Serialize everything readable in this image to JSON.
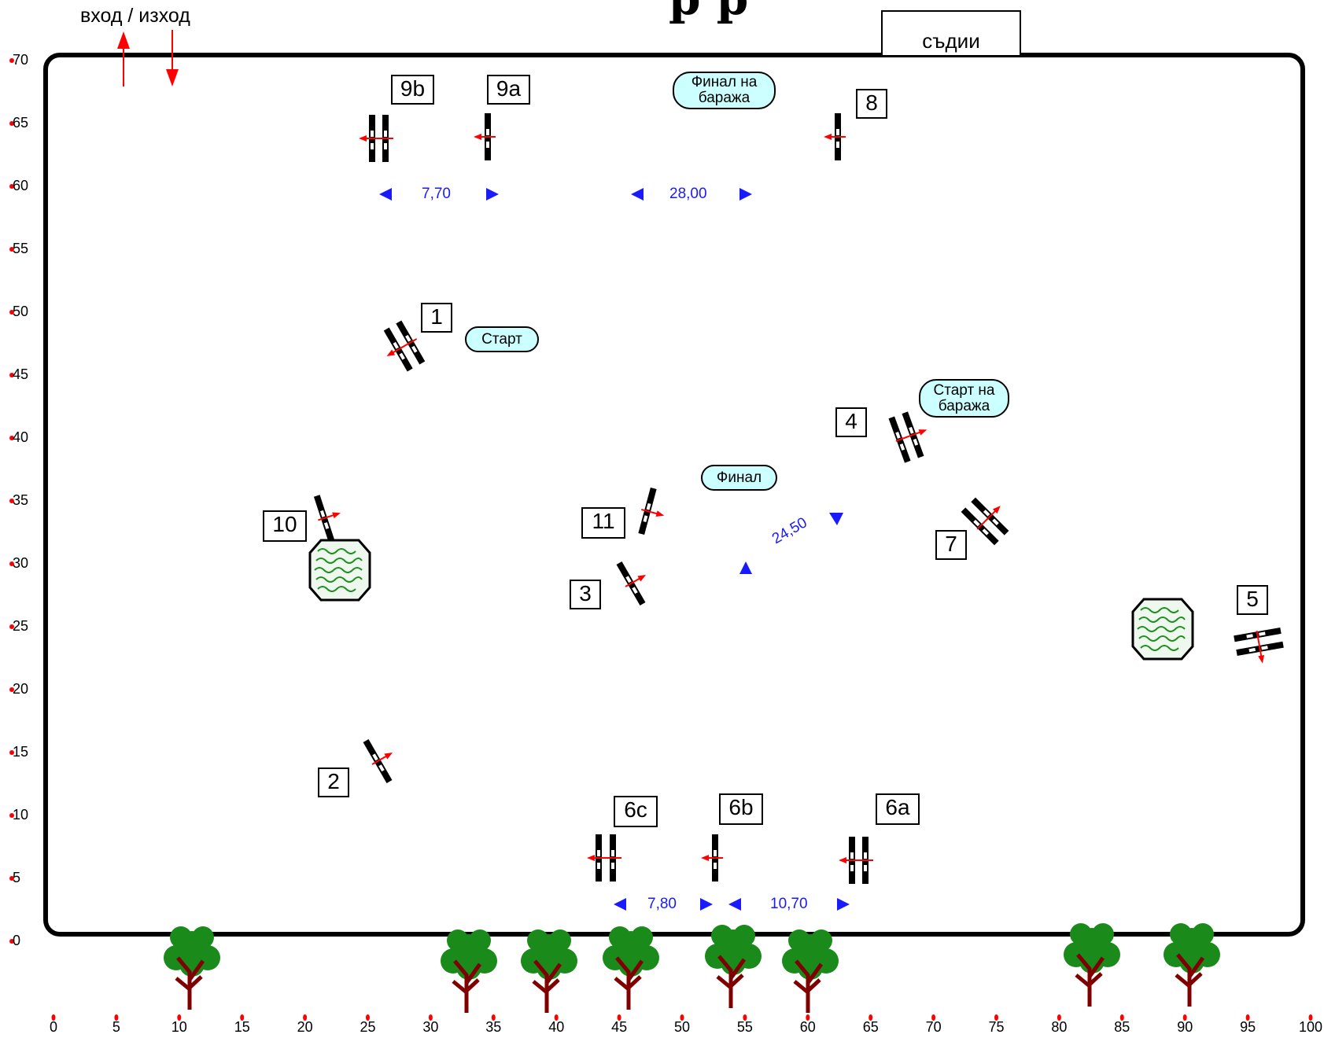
{
  "title_fragment": "р р",
  "entrance_label": "вход / изход",
  "judges_label": "съдии",
  "y_ticks": [
    "70",
    "65",
    "60",
    "55",
    "50",
    "45",
    "40",
    "35",
    "30",
    "25",
    "20",
    "15",
    "10",
    "5",
    "0"
  ],
  "x_ticks": [
    "0",
    "5",
    "10",
    "15",
    "20",
    "25",
    "30",
    "35",
    "40",
    "45",
    "50",
    "55",
    "60",
    "65",
    "70",
    "75",
    "80",
    "85",
    "90",
    "95",
    "100"
  ],
  "obstacle_numbers": {
    "o1": "1",
    "o2": "2",
    "o3": "3",
    "o4": "4",
    "o5": "5",
    "o6a": "6a",
    "o6b": "6b",
    "o6c": "6c",
    "o7": "7",
    "o8": "8",
    "o9a": "9a",
    "o9b": "9b",
    "o10": "10",
    "o11": "11"
  },
  "pills": {
    "start": "Старт",
    "finish": "Финал",
    "jumpoff_start": "Старт на баража",
    "jumpoff_finish": "Финал на баража"
  },
  "distances": {
    "d_top_left": "7,70",
    "d_top_right": "28,00",
    "d_diag": "24,50",
    "d_bottom_left": "7,80",
    "d_bottom_right": "10,70"
  },
  "colors": {
    "arena_border": "#000000",
    "distance_arrows": "#1a1aff",
    "direction_arrows": "#ff0000",
    "pill_fill": "#ccffff",
    "tree_green": "#008000",
    "tree_trunk": "#800000"
  }
}
